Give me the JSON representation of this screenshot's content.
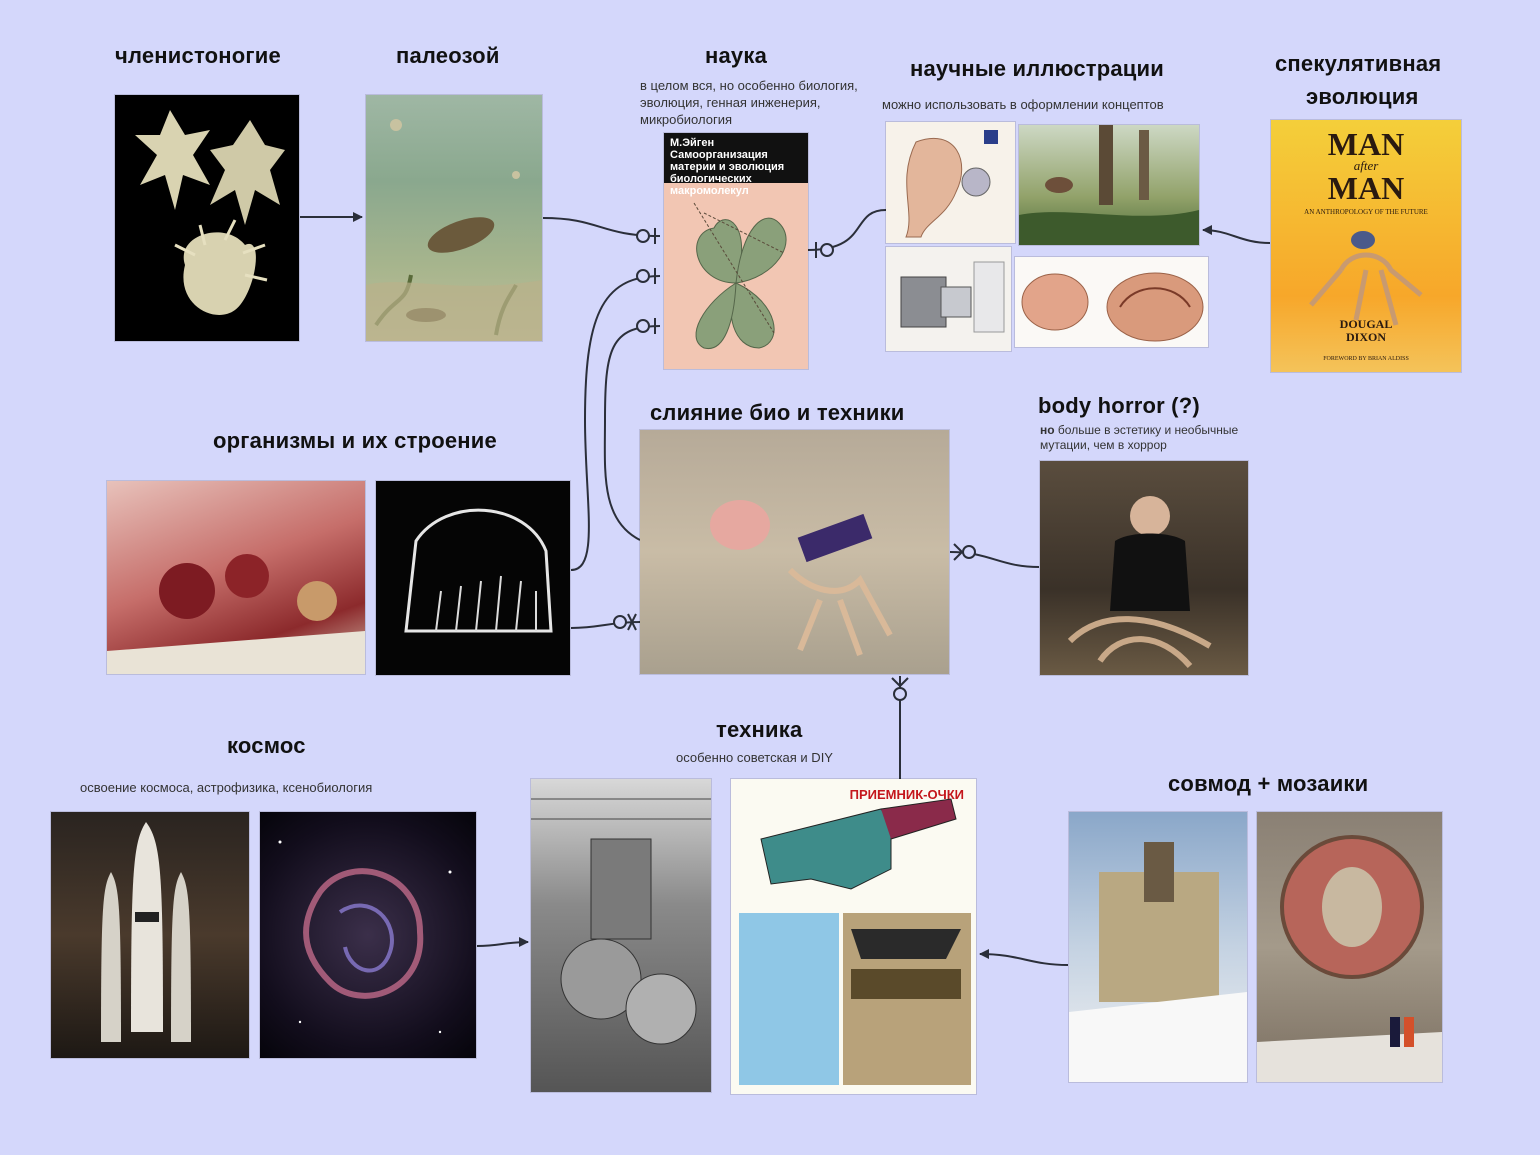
{
  "nodes": {
    "arthropods": {
      "title": "членистоногие"
    },
    "paleozoic": {
      "title": "палеозой"
    },
    "science": {
      "title": "наука",
      "subtitle": "в целом вся, но особенно биология, эволюция, генная инженерия, микробиология",
      "book": "М.Эйген  Самоорганизация материи и эволюция биологических макромолекул"
    },
    "sci_illustrations": {
      "title": "научные иллюстрации",
      "subtitle": "можно использовать в оформлении концептов"
    },
    "spec_evolution": {
      "title_line1": "спекулятивная",
      "title_line2": "эволюция",
      "book_title_1": "MAN",
      "book_title_2": "after",
      "book_title_3": "MAN",
      "book_sub": "AN ANTHROPOLOGY OF THE FUTURE",
      "author": "DOUGAL DIXON",
      "foreword": "FOREWORD BY BRIAN ALDISS"
    },
    "organisms": {
      "title": "организмы и их строение"
    },
    "bio_tech": {
      "title": "слияние био и техники"
    },
    "body_horror": {
      "title": "body horror (?)",
      "subtitle_bold": "но",
      "subtitle": " больше в эстетику и необычные мутации, чем в хоррор"
    },
    "space": {
      "title": "космос",
      "subtitle": "освоение космоса, астрофизика, ксенобиология"
    },
    "technics": {
      "title": "техника",
      "subtitle": "особенно советская и DIY",
      "poster_title": "ПРИЕМНИК-ОЧКИ"
    },
    "sovmod": {
      "title": "совмод + мозаики"
    }
  },
  "colors": {
    "background": "#d4d7fb",
    "connector": "#2b2f3a"
  }
}
